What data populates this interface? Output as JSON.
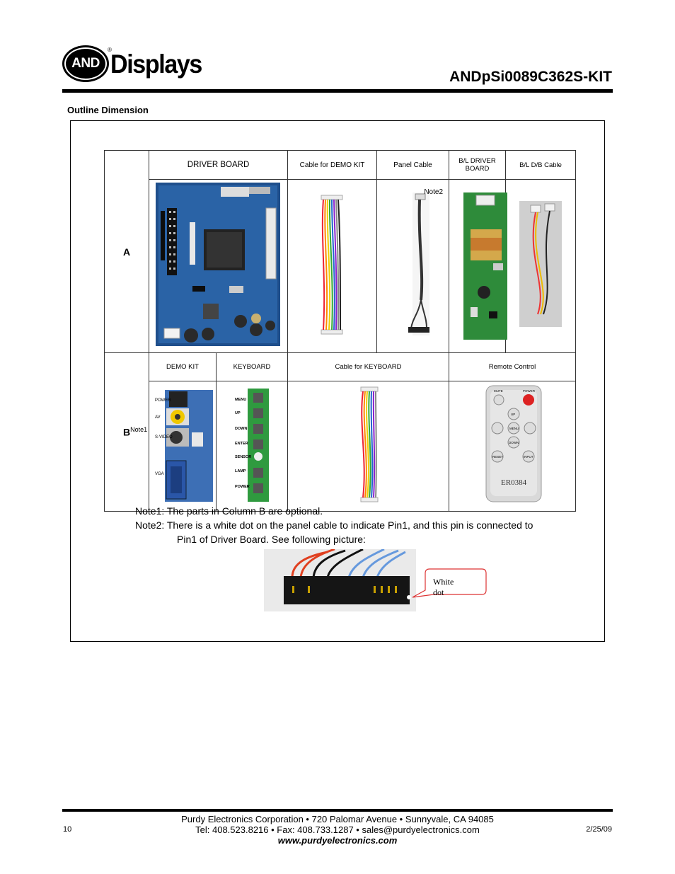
{
  "header": {
    "logo_mark": "AND",
    "logo_word": "Displays",
    "doc_title": "ANDpSi0089C362S-KIT"
  },
  "section_title": "Outline Dimension",
  "table": {
    "row_a": {
      "label": "A",
      "headers": [
        "DRIVER BOARD",
        "Cable for DEMO KIT",
        "Panel Cable",
        "B/L DRIVER BOARD",
        "B/L D/B Cable"
      ],
      "note_tag": "Note2"
    },
    "row_b": {
      "label": "B",
      "label_sup": "Note1",
      "headers": [
        "DEMO KIT",
        "KEYBOARD",
        "Cable for KEYBOARD",
        "Remote Control"
      ],
      "demo_kit_labels": [
        "POWER",
        "AV",
        "S-VIDEO",
        "VGA"
      ],
      "keyboard_labels": [
        "MENU",
        "UP",
        "DOWN",
        "ENTER",
        "SENSOR",
        "LAMP",
        "POWER"
      ],
      "remote": {
        "buttons": [
          "MUTE",
          "POWER",
          "UP",
          "MENU",
          "DOWN",
          "RESET",
          "INPUT"
        ],
        "model": "ER0384"
      }
    }
  },
  "notes": {
    "note1": "Note1: The parts in Column B are optional.",
    "note2_line1": "Note2: There is a white dot on the panel cable to indicate Pin1, and this pin is connected to",
    "note2_line2": "Pin1 of Driver Board. See following picture:"
  },
  "photo_callout": "White dot",
  "footer": {
    "line1": "Purdy Electronics Corporation  •  720 Palomar Avenue  •  Sunnyvale, CA 94085",
    "line2": "Tel: 408.523.8216  •  Fax: 408.733.1287  •  sales@purdyelectronics.com",
    "website": "www.purdyelectronics.com",
    "page_number": "10",
    "date": "2/25/09"
  }
}
